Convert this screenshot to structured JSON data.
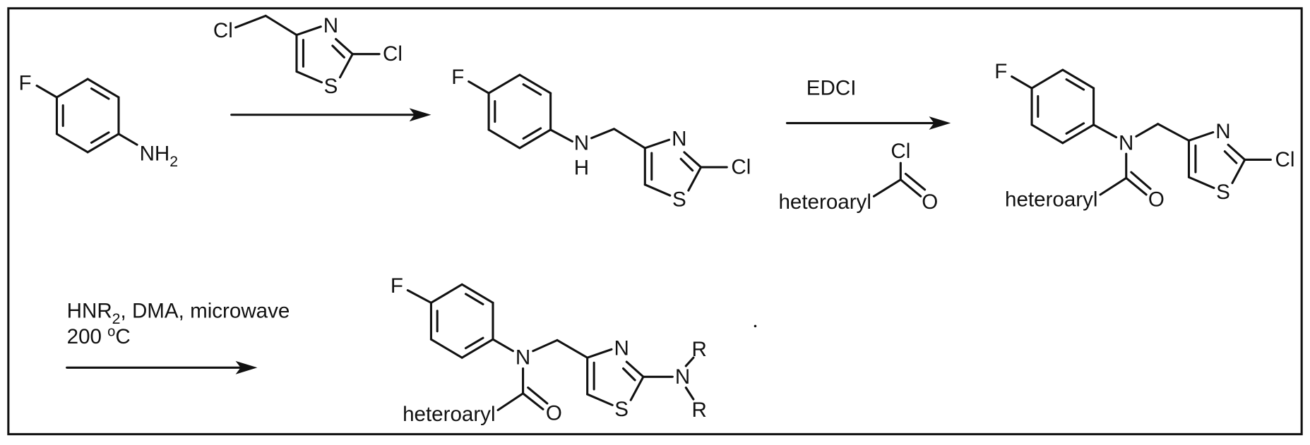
{
  "scheme": {
    "step1": {
      "start_material": {
        "F": "F",
        "NH": "NH",
        "sub2": "2"
      },
      "reagent": {
        "Cl_left": "Cl",
        "N": "N",
        "S": "S",
        "Cl_right": "Cl"
      }
    },
    "intermediate1": {
      "F": "F",
      "N": "N",
      "H": "H",
      "N_ring": "N",
      "S": "S",
      "Cl": "Cl"
    },
    "step2": {
      "reagent_text": "EDCI",
      "acid_chloride": {
        "Cl": "Cl",
        "O": "O",
        "heteroaryl": "heteroaryl"
      }
    },
    "intermediate2": {
      "F": "F",
      "N": "N",
      "N_ring": "N",
      "S": "S",
      "Cl": "Cl",
      "O": "O",
      "heteroaryl": "heteroaryl"
    },
    "step3": {
      "conditions_line1": {
        "a": "HNR",
        "sub": "2",
        "b": ", DMA, microwave"
      },
      "conditions_line2": {
        "a": "200 ",
        "sup": "o",
        "b": "C"
      }
    },
    "product": {
      "F": "F",
      "N": "N",
      "N_ring": "N",
      "S": "S",
      "N_amine": "N",
      "R_top": "R",
      "R_bottom": "R",
      "O": "O",
      "heteroaryl": "heteroaryl"
    }
  },
  "colors": {
    "ink": "#111111",
    "background": "#ffffff"
  }
}
